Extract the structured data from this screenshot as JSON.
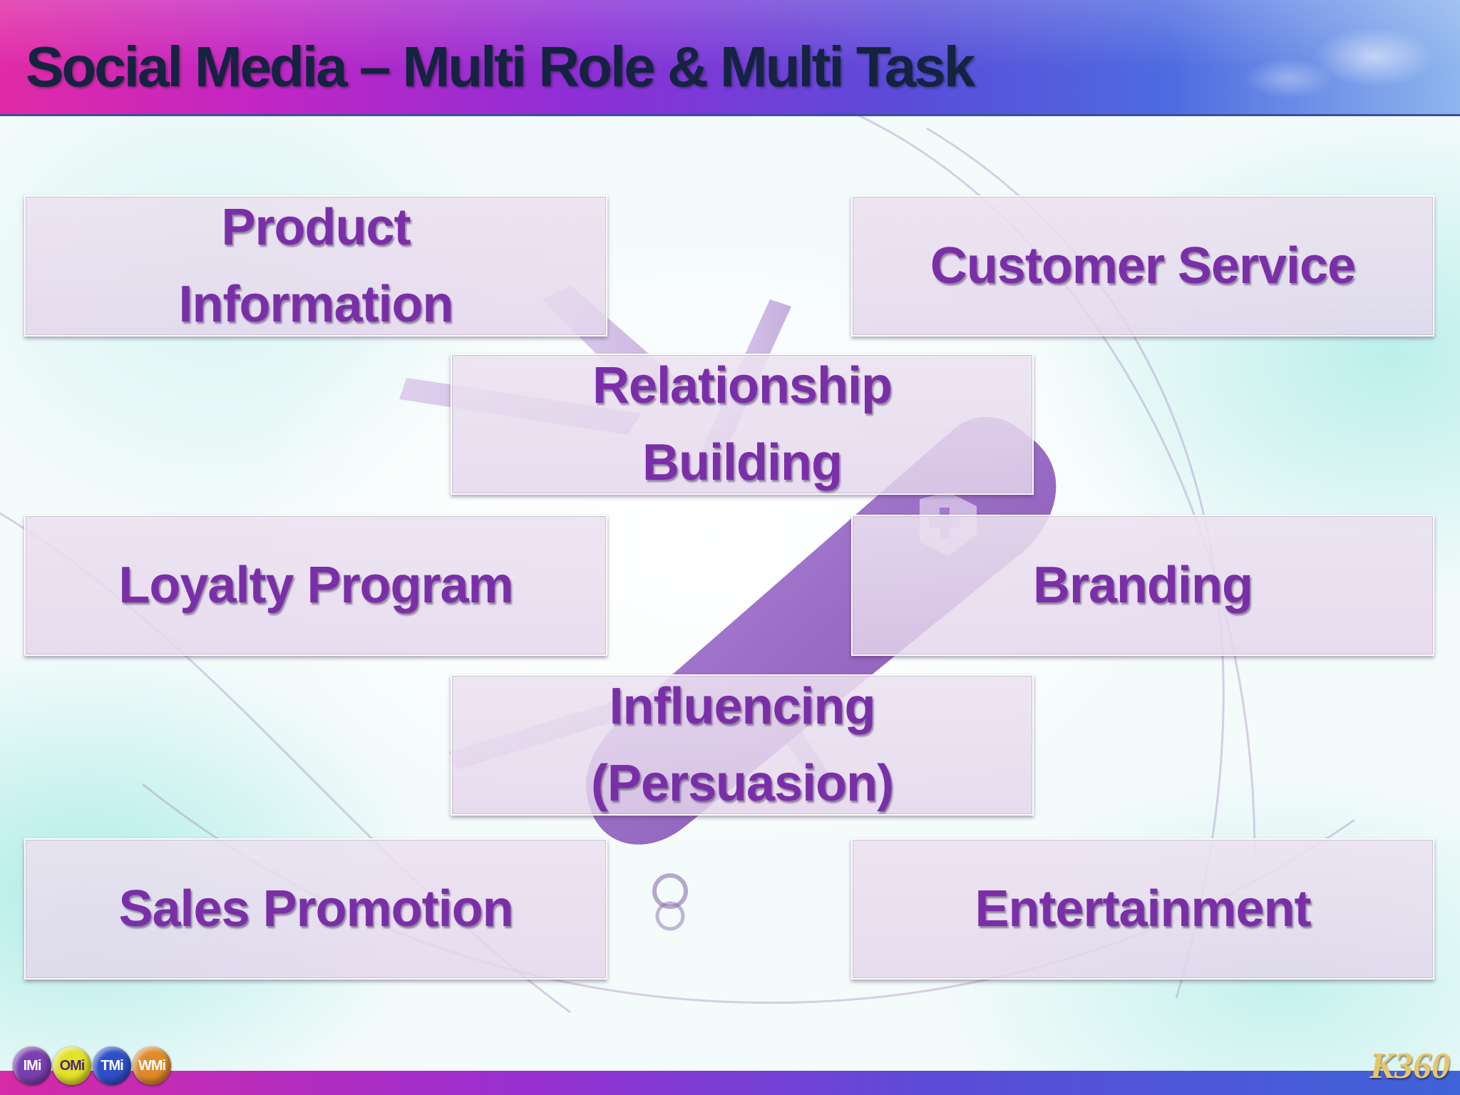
{
  "slide": {
    "title": "Social Media – Multi Role & Multi Task"
  },
  "diagram": {
    "nodes": [
      {
        "id": "product-information",
        "label": "Product\nInformation"
      },
      {
        "id": "customer-service",
        "label": "Customer Service"
      },
      {
        "id": "relationship-building",
        "label": "Relationship\nBuilding"
      },
      {
        "id": "loyalty-program",
        "label": "Loyalty Program"
      },
      {
        "id": "branding",
        "label": "Branding"
      },
      {
        "id": "influencing",
        "label": "Influencing\n(Persuasion)"
      },
      {
        "id": "sales-promotion",
        "label": "Sales Promotion"
      },
      {
        "id": "entertainment",
        "label": "Entertainment"
      }
    ]
  },
  "footer": {
    "logos": [
      {
        "text": "IMi",
        "color": "#7a3fb0"
      },
      {
        "text": "OMi",
        "color": "#e3e12a"
      },
      {
        "text": "TMi",
        "color": "#2f4fc9"
      },
      {
        "text": "WMi",
        "color": "#e08a2a"
      }
    ],
    "brand": "K360"
  },
  "colors": {
    "box_text": "#7a2fa8",
    "title_text": "#14233f",
    "accent_knife": "#8a4fc0"
  },
  "icons": {
    "background_art": "swiss-army-knife-icon"
  }
}
